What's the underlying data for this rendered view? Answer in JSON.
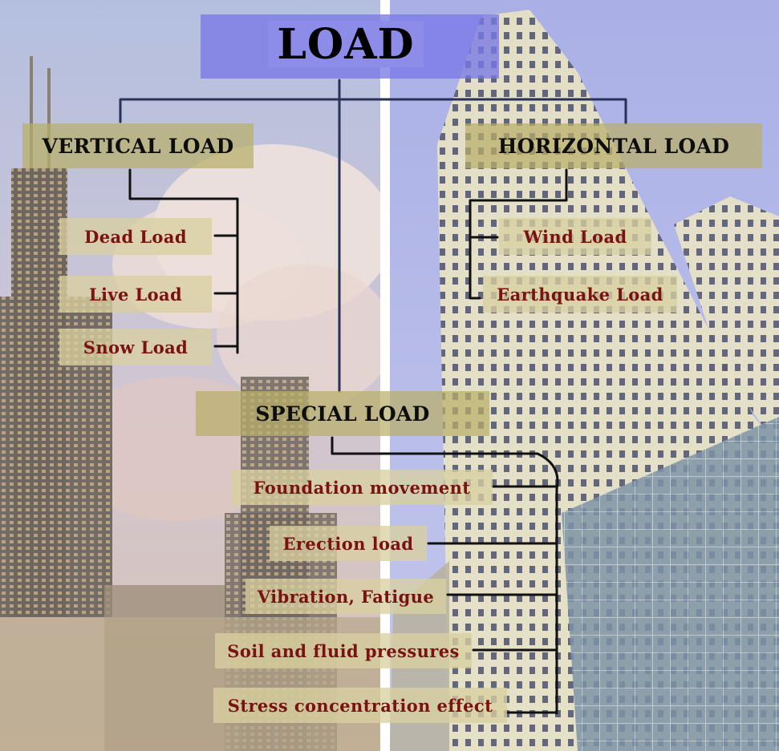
{
  "title": "LOAD",
  "vertical": {
    "label": "VERTICAL LOAD",
    "items": [
      "Dead Load",
      "Live Load",
      "Snow Load"
    ]
  },
  "horizontal": {
    "label": "HORIZONTAL LOAD",
    "items": [
      "Wind Load",
      "Earthquake Load"
    ]
  },
  "special": {
    "label": "SPECIAL LOAD",
    "items": [
      "Foundation movement",
      "Erection load",
      "Vibration, Fatigue",
      "Soil and fluid pressures",
      "Stress concentration effect"
    ]
  },
  "colors": {
    "title_box": "#7878e6",
    "heading_box": "#b8ae6a",
    "item_box": "#d8d0a0",
    "item_text": "#7a1212",
    "connector_blue": "#2a3158",
    "connector_black": "#111111"
  }
}
